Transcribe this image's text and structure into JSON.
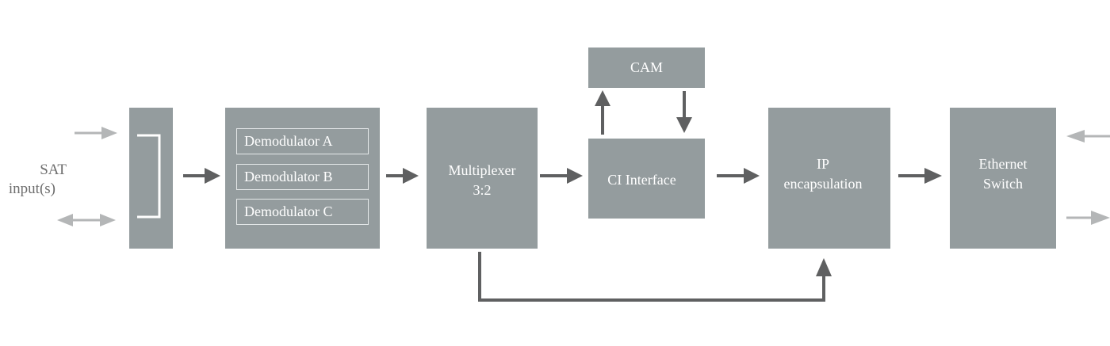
{
  "diagram": {
    "input_label": [
      "SAT",
      "input(s)"
    ],
    "blocks": {
      "splitter": {
        "label": ""
      },
      "demodulators": {
        "items": [
          "Demodulator A",
          "Demodulator B",
          "Demodulator C"
        ]
      },
      "multiplexer": {
        "line1": "Multiplexer",
        "line2": "3:2"
      },
      "cam": {
        "label": "CAM"
      },
      "ci_interface": {
        "label": "CI Interface"
      },
      "ip_encapsulation": {
        "line1": "IP",
        "line2": "encapsulation"
      },
      "ethernet_switch": {
        "line1": "Ethernet",
        "line2": "Switch"
      }
    },
    "colors": {
      "block_fill": "#949c9e",
      "block_text": "#ffffff",
      "flow_arrow": "#5f6061",
      "io_arrow": "#b4b6b7",
      "label_text": "#6e6e6e"
    },
    "connections": [
      {
        "from": "sat-input",
        "to": "splitter",
        "style": "light",
        "direction": "in"
      },
      {
        "from": "sat-input",
        "to": "splitter",
        "style": "light",
        "direction": "bidirectional"
      },
      {
        "from": "splitter",
        "to": "demodulators"
      },
      {
        "from": "demodulators",
        "to": "multiplexer"
      },
      {
        "from": "multiplexer",
        "to": "ci_interface"
      },
      {
        "from": "ci_interface",
        "to": "cam"
      },
      {
        "from": "cam",
        "to": "ci_interface"
      },
      {
        "from": "ci_interface",
        "to": "ip_encapsulation"
      },
      {
        "from": "multiplexer",
        "to": "ip_encapsulation",
        "route": "below"
      },
      {
        "from": "ip_encapsulation",
        "to": "ethernet_switch"
      },
      {
        "from": "external",
        "to": "ethernet_switch",
        "style": "light",
        "direction": "in"
      },
      {
        "from": "ethernet_switch",
        "to": "external",
        "style": "light",
        "direction": "out"
      }
    ]
  }
}
